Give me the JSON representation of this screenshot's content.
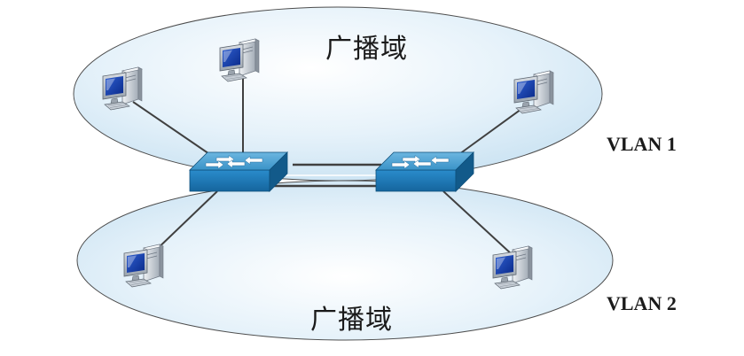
{
  "diagram": {
    "top_domain_label": "广播域",
    "bottom_domain_label": "广播域",
    "vlan1_label": "VLAN 1",
    "vlan2_label": "VLAN 2"
  },
  "nodes": [
    {
      "id": "pc-top-left",
      "type": "computer-icon"
    },
    {
      "id": "pc-top-center",
      "type": "computer-icon"
    },
    {
      "id": "pc-top-right",
      "type": "computer-icon"
    },
    {
      "id": "pc-bottom-left",
      "type": "computer-icon"
    },
    {
      "id": "pc-bottom-right",
      "type": "computer-icon"
    },
    {
      "id": "switch-left",
      "type": "switch-icon"
    },
    {
      "id": "switch-right",
      "type": "switch-icon"
    }
  ],
  "colors": {
    "domain_fill": "#ddeef8",
    "domain_stroke": "#555555",
    "switch_top": "#4a9fd0",
    "switch_front": "#1d7bb8",
    "switch_side": "#145f91",
    "link": "#404040"
  }
}
